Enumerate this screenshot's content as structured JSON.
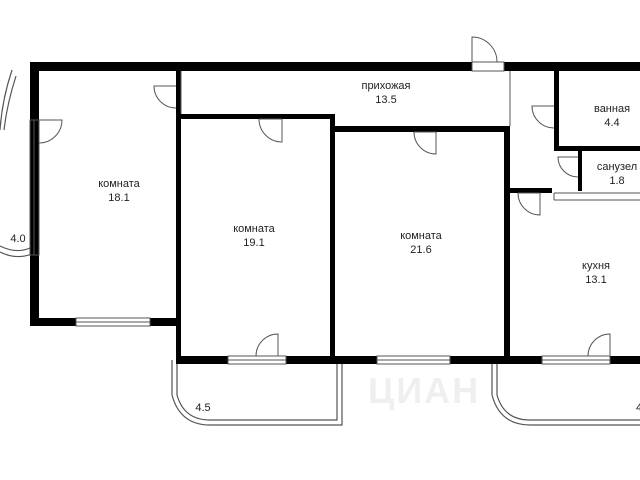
{
  "rooms": {
    "room1": {
      "name": "комната",
      "area": "18.1"
    },
    "room2": {
      "name": "комната",
      "area": "19.1"
    },
    "room3": {
      "name": "комната",
      "area": "21.6"
    },
    "hallway": {
      "name": "прихожая",
      "area": "13.5"
    },
    "bathroom": {
      "name": "ванная",
      "area": "4.4"
    },
    "toilet": {
      "name": "санузел",
      "area": "1.8"
    },
    "kitchen": {
      "name": "кухня",
      "area": "13.1"
    }
  },
  "balconies": {
    "left": {
      "area": "4.0"
    },
    "middle": {
      "area": "4.5"
    },
    "right": {
      "area": "4"
    }
  },
  "watermark": "ЦИАН",
  "colors": {
    "wall": "#000000",
    "thin_line": "#555555",
    "background": "#ffffff"
  }
}
